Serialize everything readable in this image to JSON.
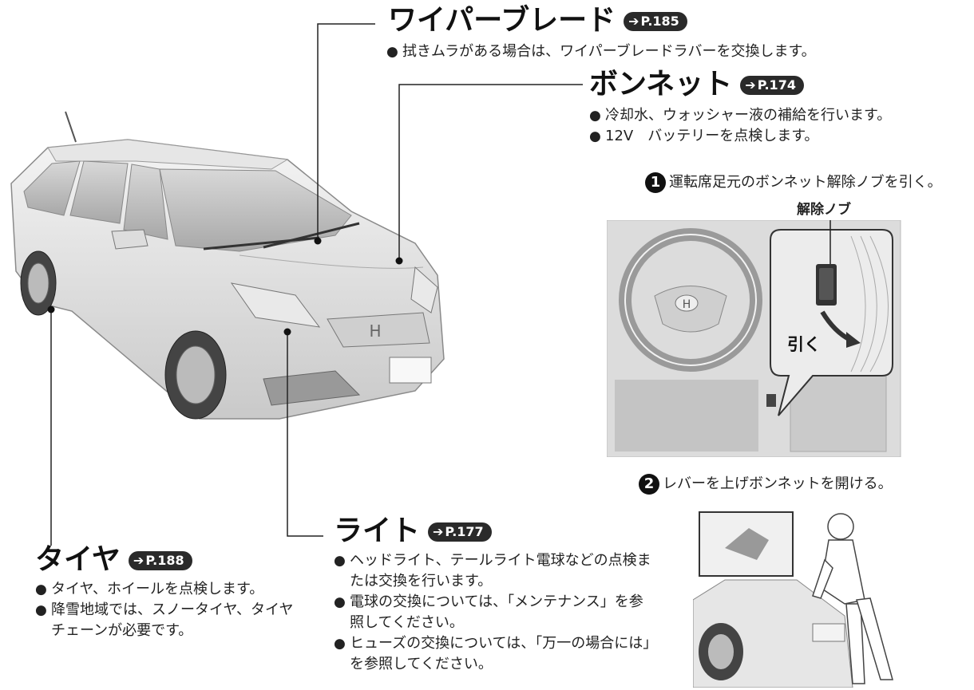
{
  "wiper": {
    "title": "ワイパーブレード",
    "ref": "P.185",
    "bullets": [
      "拭きムラがある場合は、ワイパーブレードラバーを交換します。"
    ]
  },
  "bonnet": {
    "title": "ボンネット",
    "ref": "P.174",
    "bullets": [
      "冷却水、ウォッシャー液の補給を行います。",
      "12V　バッテリーを点検します。"
    ]
  },
  "steps": [
    {
      "num": "1",
      "text": "運転席足元のボンネット解除ノブを引く。"
    },
    {
      "num": "2",
      "text": "レバーを上げボンネットを開ける。"
    }
  ],
  "interior_image": {
    "knob_label": "解除ノブ",
    "pull_label": "引く"
  },
  "light": {
    "title": "ライト",
    "ref": "P.177",
    "bullets": [
      "ヘッドライト、テールライト電球などの点検または交換を行います。",
      "電球の交換については、「メンテナンス」を参照してください。",
      "ヒューズの交換については、「万一の場合には」を参照してください。"
    ]
  },
  "tire": {
    "title": "タイヤ",
    "ref": "P.188",
    "bullets": [
      "タイヤ、ホイールを点検します。",
      "降雪地域では、スノータイヤ、タイヤチェーンが必要です。"
    ]
  }
}
